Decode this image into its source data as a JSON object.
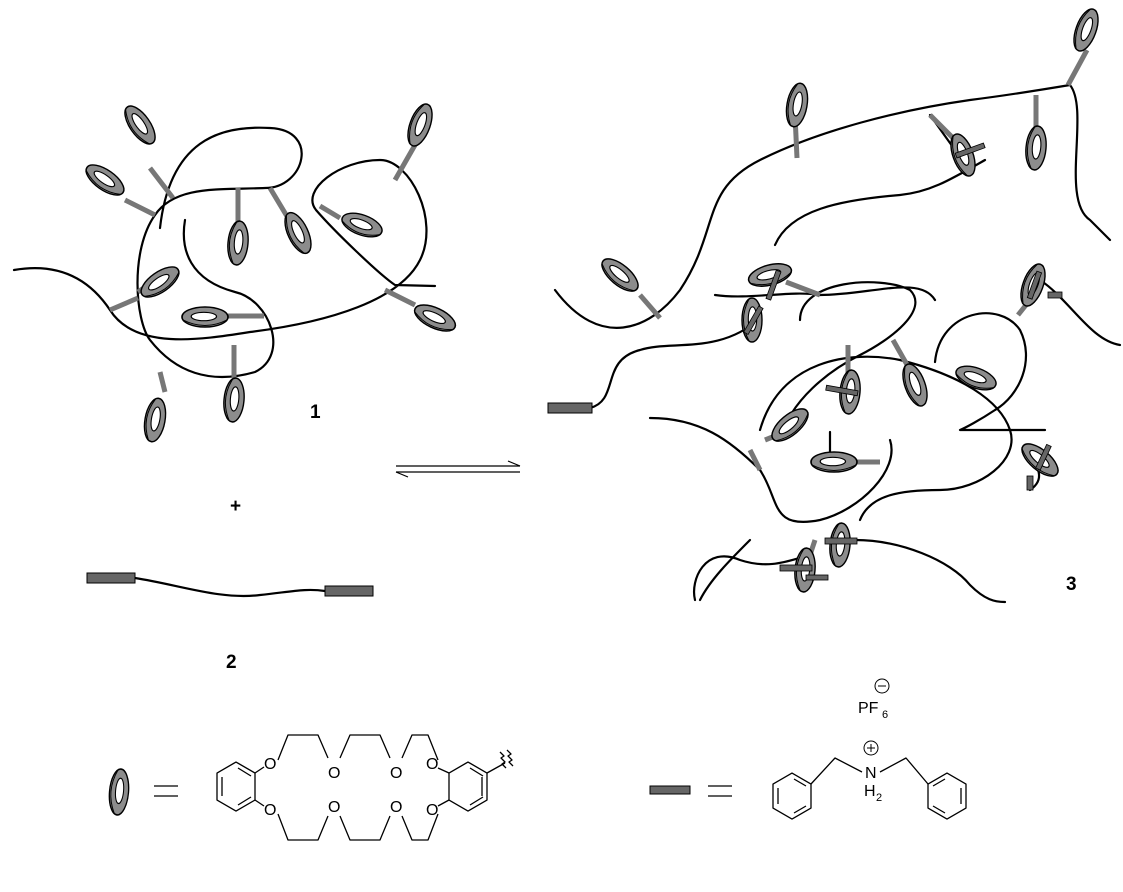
{
  "labels": {
    "compound1": "1",
    "compound2": "2",
    "compound3": "3",
    "plus": "+"
  },
  "legend": {
    "crown_atoms": [
      "O",
      "O",
      "O",
      "O",
      "O",
      "O",
      "O",
      "O"
    ],
    "ammonium_counterion": "PF",
    "ammonium_counterion_sub": "6",
    "counterion_charge": "⊖",
    "ammonium_N": "N",
    "ammonium_H": "H",
    "ammonium_H_sub": "2",
    "ammonium_charge": "⊕"
  },
  "colors": {
    "ring_fill": "#8c8c8c",
    "ring_inner": "#b5b5b5",
    "rod_fill": "#666666",
    "outline": "#000000"
  }
}
